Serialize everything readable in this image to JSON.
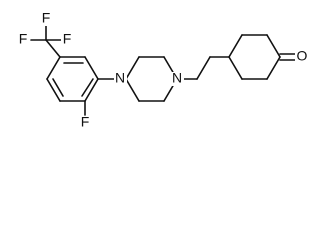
{
  "structure": {
    "atoms": {
      "cf3_f_top": "F",
      "cf3_f_left": "F",
      "cf3_f_right": "F",
      "aryl_f": "F",
      "n_aryl": "N",
      "n_alkyl": "N",
      "o_ketone": "O"
    }
  }
}
